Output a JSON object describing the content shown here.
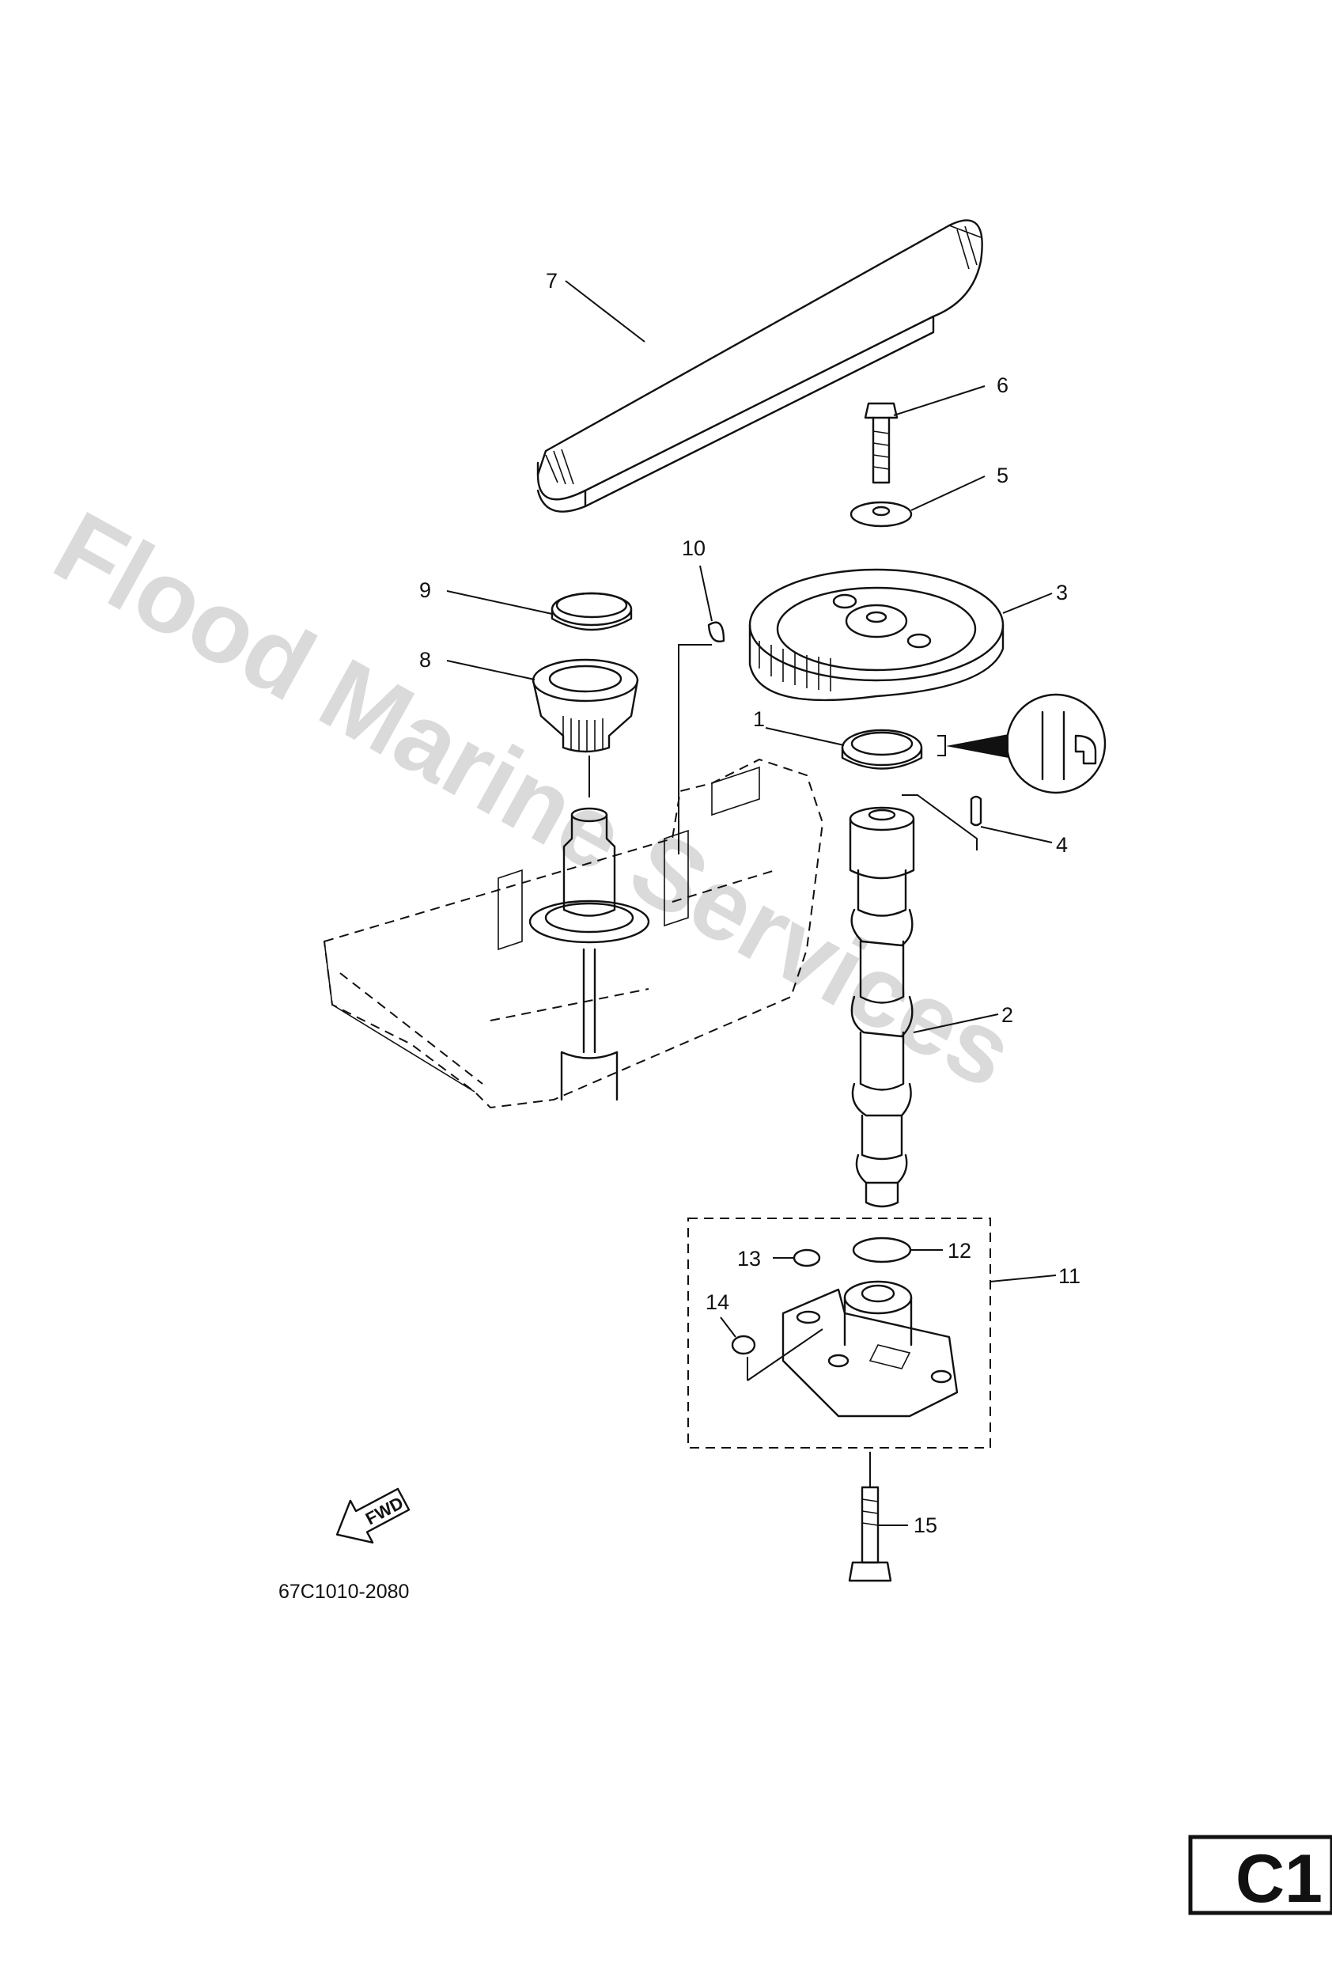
{
  "watermark": "Flood Marine Services",
  "drawing_code": "67C1010-2080",
  "page_id": "C1",
  "fwd_label": "FWD",
  "callouts": [
    "1",
    "2",
    "3",
    "4",
    "5",
    "6",
    "7",
    "8",
    "9",
    "10",
    "11",
    "12",
    "13",
    "14",
    "15"
  ]
}
